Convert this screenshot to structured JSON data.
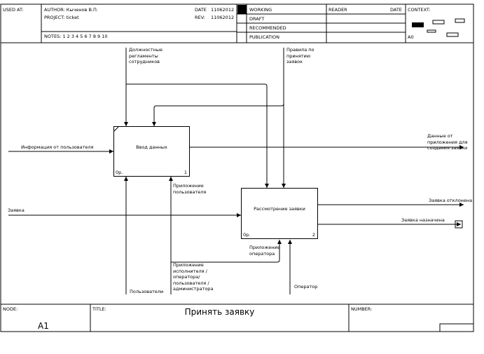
{
  "header": {
    "used_at": "USED AT:",
    "author": "AUTHOR: Кыченов В.П.",
    "project": "PROJECT: ticket",
    "notes": "NOTES: 1 2 3 4 5 6 7 8 9 10",
    "date_label": "DATE",
    "date_value": "11062012",
    "rev_label": "REV:",
    "rev_value": "11062012",
    "status": [
      "WORKING",
      "DRAFT",
      "RECOMMENDED",
      "PUBLICATION"
    ],
    "reader": "READER",
    "reader_date": "DATE",
    "context": "CONTEXT:",
    "context_node": "A0"
  },
  "diagram": {
    "box1": {
      "label": "Ввод данных",
      "cost": "0р.",
      "number": "1"
    },
    "box2": {
      "label": "Рассмотрение заявки",
      "cost": "0р.",
      "number": "2"
    },
    "arrows": {
      "regulations": "Должностные регламенты сотрудников",
      "rules": "Правила по принятию заявок",
      "user_info": "Информация от пользователя",
      "data_out": "Данные от приложения для создания заявки",
      "request": "Заявка",
      "user_app": "Приложение пользователя",
      "rejected": "Заявка отклонена",
      "assigned": "Заявка назначена",
      "operator_app": "Приложение оператора",
      "multi_app": "Приложение исполнителя / оператора/ пользователя / администратора",
      "users": "Пользователи",
      "operator": "Оператор"
    }
  },
  "footer": {
    "node_label": "NODE:",
    "node_value": "A1",
    "title_label": "TITLE:",
    "title_value": "Принять заявку",
    "number_label": "NUMBER:"
  }
}
